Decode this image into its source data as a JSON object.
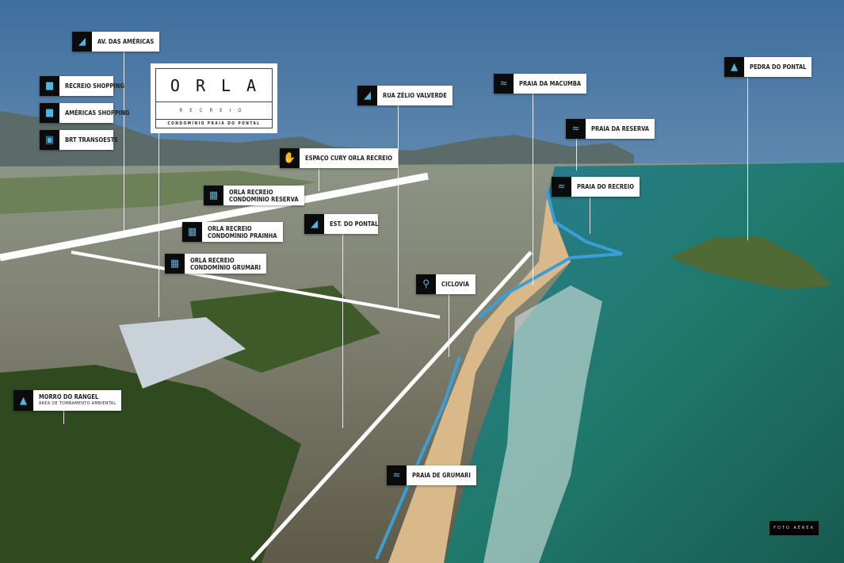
{
  "logo": {
    "title": "ORLA",
    "subtitle": "RECREIO",
    "caption": "CONDOMÍNIO PRAIA DO PONTAL"
  },
  "labels": {
    "av_americas": "AV. DAS AMÉRICAS",
    "recreio_shopping": "RECREIO SHOPPING",
    "americas_shopping": "AMÉRICAS SHOPPING",
    "brt": "BRT TRANSOESTE",
    "rua_zelio": "RUA ZÉLIO VALVERDE",
    "praia_macumba": "PRAIA DA MACUMBA",
    "praia_reserva": "PRAIA DA RESERVA",
    "pedra_pontal": "PEDRA DO PONTAL",
    "espaco_cury": "ESPAÇO CURY ORLA RECREIO",
    "cond_reserva": [
      "ORLA RECREIO",
      "CONDOMÍNIO RESERVA"
    ],
    "cond_prainha": [
      "ORLA RECREIO",
      "CONDOMÍNIO PRAINHA"
    ],
    "cond_grumari": [
      "ORLA RECREIO",
      "CONDOMÍNIO GRUMARI"
    ],
    "est_pontal": "EST. DO PONTAL",
    "praia_recreio": "PRAIA DO RECREIO",
    "ciclovia": "CICLOVIA",
    "morro_rangel": "MORRO DO RANGEL",
    "morro_rangel_sub": "ÁREA DE TOMBAMENTO AMBIENTAL",
    "praia_grumari": "PRAIA DE GRUMARI"
  },
  "footer": {
    "photo_label": "FOTO AÉREA"
  },
  "colors": {
    "icon": "#4fb6e0",
    "cycle_path": "#3a9fd8"
  }
}
